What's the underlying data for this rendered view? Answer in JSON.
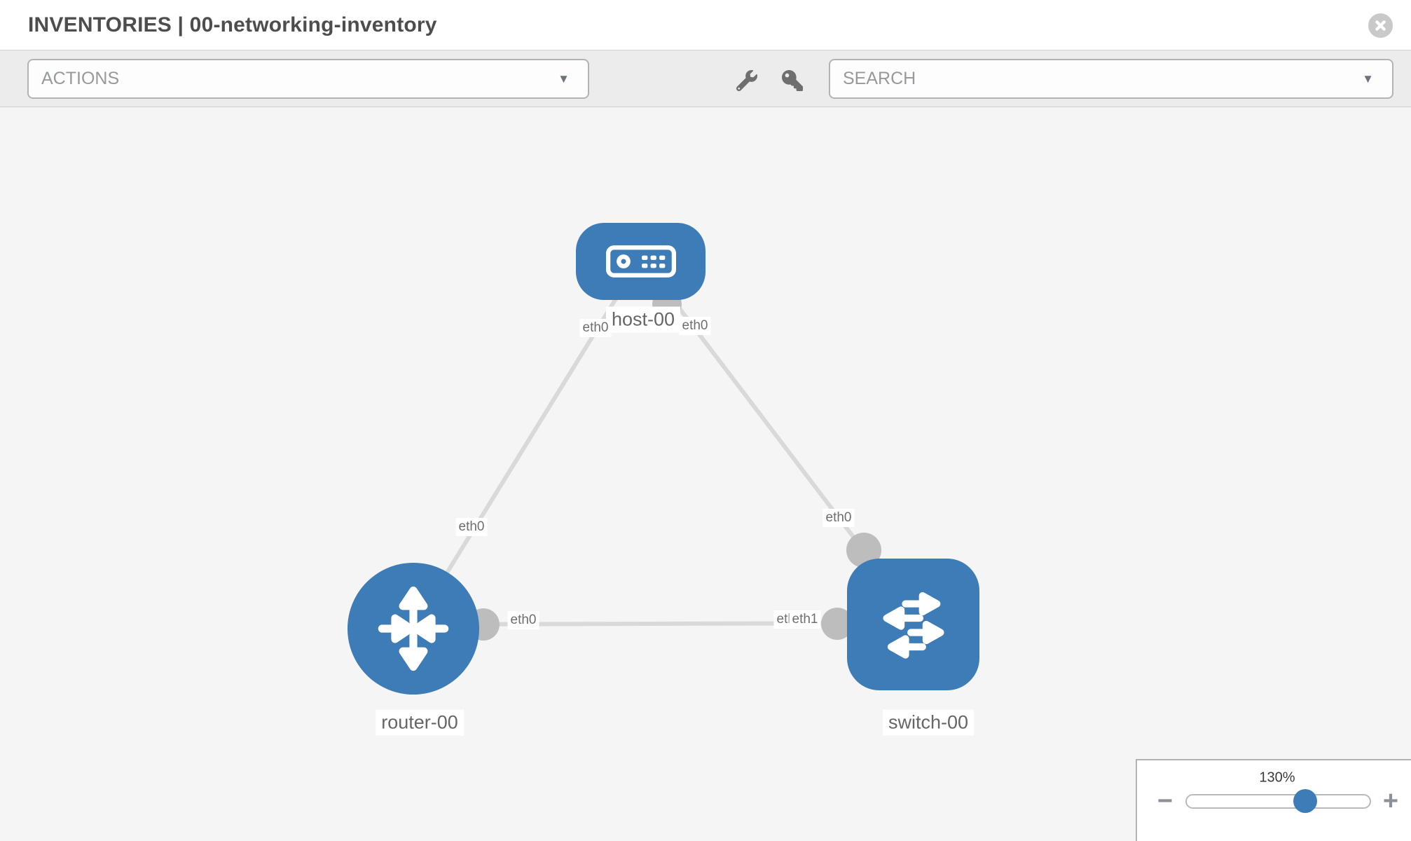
{
  "header": {
    "title": "INVENTORIES | 00-networking-inventory"
  },
  "toolbar": {
    "actions_label": "ACTIONS",
    "search_placeholder": "SEARCH",
    "caret": "▼"
  },
  "topology": {
    "nodes": [
      {
        "label": "host-00",
        "type": "host",
        "shape": "rounded-rect",
        "icon": "server-icon"
      },
      {
        "label": "router-00",
        "type": "router",
        "shape": "circle",
        "icon": "router-arrows-icon"
      },
      {
        "label": "switch-00",
        "type": "switch",
        "shape": "rounded-square",
        "icon": "switch-arrows-icon"
      }
    ],
    "links": [
      {
        "from": "host-00",
        "to": "router-00",
        "from_if": "eth0",
        "to_if": "eth0"
      },
      {
        "from": "host-00",
        "to": "switch-00",
        "from_if": "eth0",
        "to_if": "eth0"
      },
      {
        "from": "router-00",
        "to": "switch-00",
        "from_if": "eth0",
        "to_if": "eth1"
      }
    ],
    "interface_labels": {
      "host_left": "eth0",
      "host_right": "eth0",
      "link_left_mid": "eth0",
      "link_right_mid": "eth0",
      "router_port": "eth0",
      "switch_port_back": "eth0",
      "switch_port_front": "eth1"
    }
  },
  "zoom_control": {
    "value": "130%",
    "percent": 130,
    "minus": "−",
    "plus": "+"
  },
  "colors": {
    "node_blue": "#3d7cb7",
    "link_gray": "#d9d9d9",
    "dot_gray": "#bdbdbd",
    "canvas_bg": "#f5f5f5",
    "toolbar_bg": "#ececec"
  }
}
